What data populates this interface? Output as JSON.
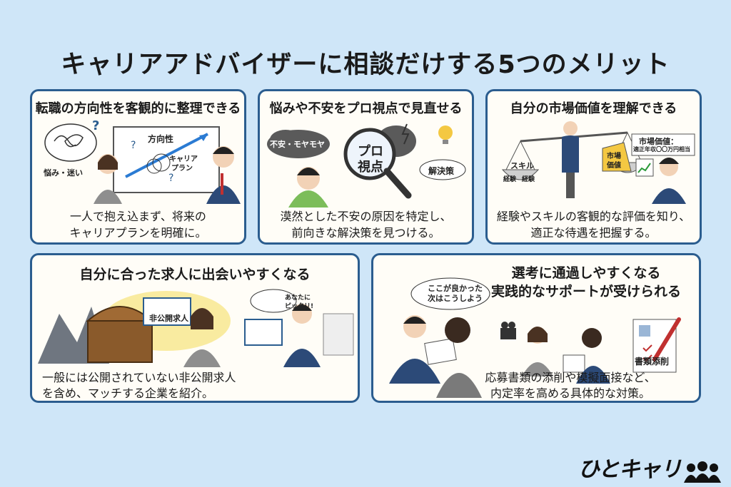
{
  "title": "キャリアアドバイザーに相談だけする5つのメリット",
  "cards": [
    {
      "title": "転職の方向性を客観的に整理できる",
      "desc1": "一人で抱え込まず、将来の",
      "desc2": "キャリアプランを明確に。",
      "labels": {
        "worry": "悩み・迷い",
        "direction": "方向性",
        "plan1": "キャリア",
        "plan2": "プラン"
      }
    },
    {
      "title": "悩みや不安をプロ視点で見直せる",
      "desc1": "漠然とした不安の原因を特定し、",
      "desc2": "前向きな解決策を見つける。",
      "labels": {
        "cloud": "不安・モヤモヤ",
        "lens1": "プロ",
        "lens2": "視点",
        "solution": "解決策"
      }
    },
    {
      "title": "自分の市場価値を理解できる",
      "desc1": "経験やスキルの客観的な評価を知り、",
      "desc2": "適正な待遇を把握する。",
      "labels": {
        "skill": "スキル",
        "exp1": "経験",
        "exp2": "経験",
        "mv1": "市場",
        "mv2": "価値",
        "sign1": "市場価値：",
        "sign2": "適正年収〇〇万円相当"
      }
    },
    {
      "title": "自分に合った求人に出会いやすくなる",
      "desc1": "一般には公開されていない非公開求人",
      "desc2": "を含め、マッチする企業を紹介。",
      "labels": {
        "card": "非公開求人",
        "bubble1": "あなたに",
        "bubble2": "ピッタリ!"
      }
    },
    {
      "title1": "選考に通過しやすくなる",
      "title2": "実践的なサポートが受けられる",
      "desc1": "応募書類の添削や模擬面接など、",
      "desc2": "内定率を高める具体的な対策。",
      "labels": {
        "bubble1": "ここが良かった",
        "bubble2": "次はこうしよう",
        "docs": "書類添削"
      }
    }
  ],
  "logo": "ひとキャリ",
  "colors": {
    "background": "#cfe6f8",
    "border": "#2b5d8f",
    "suit": "#2c4a78",
    "accent": "#f2c230"
  }
}
